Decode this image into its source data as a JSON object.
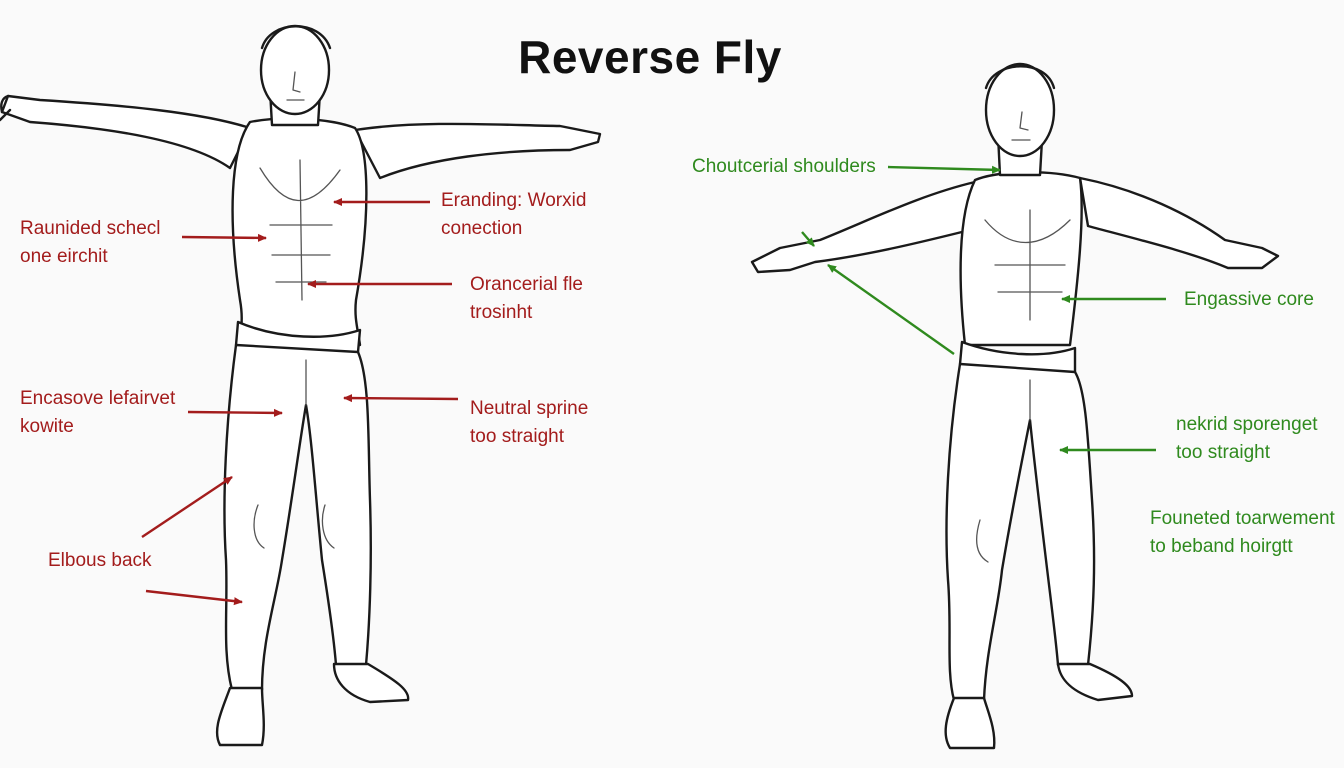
{
  "title": "Reverse Fly",
  "colors": {
    "incorrect": "#a31c1c",
    "correct": "#2f8a1e",
    "ink": "#1a1a1a"
  },
  "left_labels": [
    {
      "id": "rounded",
      "lines": [
        "Raunided schecl",
        "one eirchit"
      ]
    },
    {
      "id": "eranding",
      "lines": [
        "Eranding: Worxid",
        "conection"
      ]
    },
    {
      "id": "orancerial",
      "lines": [
        "Orancerial fle",
        "trosinht"
      ]
    },
    {
      "id": "encasove",
      "lines": [
        "Encasove lefairvet",
        "kowite"
      ]
    },
    {
      "id": "neutral",
      "lines": [
        "Neutral sprine",
        "too straight"
      ]
    },
    {
      "id": "elbous",
      "lines": [
        "Elbous back"
      ]
    }
  ],
  "right_labels": [
    {
      "id": "shoulders",
      "lines": [
        "Choutcerial shoulders"
      ]
    },
    {
      "id": "core",
      "lines": [
        "Engassive core"
      ]
    },
    {
      "id": "nekrid",
      "lines": [
        "nekrid sporenget",
        "too straight"
      ]
    },
    {
      "id": "founeted",
      "lines": [
        "Founeted toarwement",
        "to beband hoirgtt"
      ]
    }
  ]
}
